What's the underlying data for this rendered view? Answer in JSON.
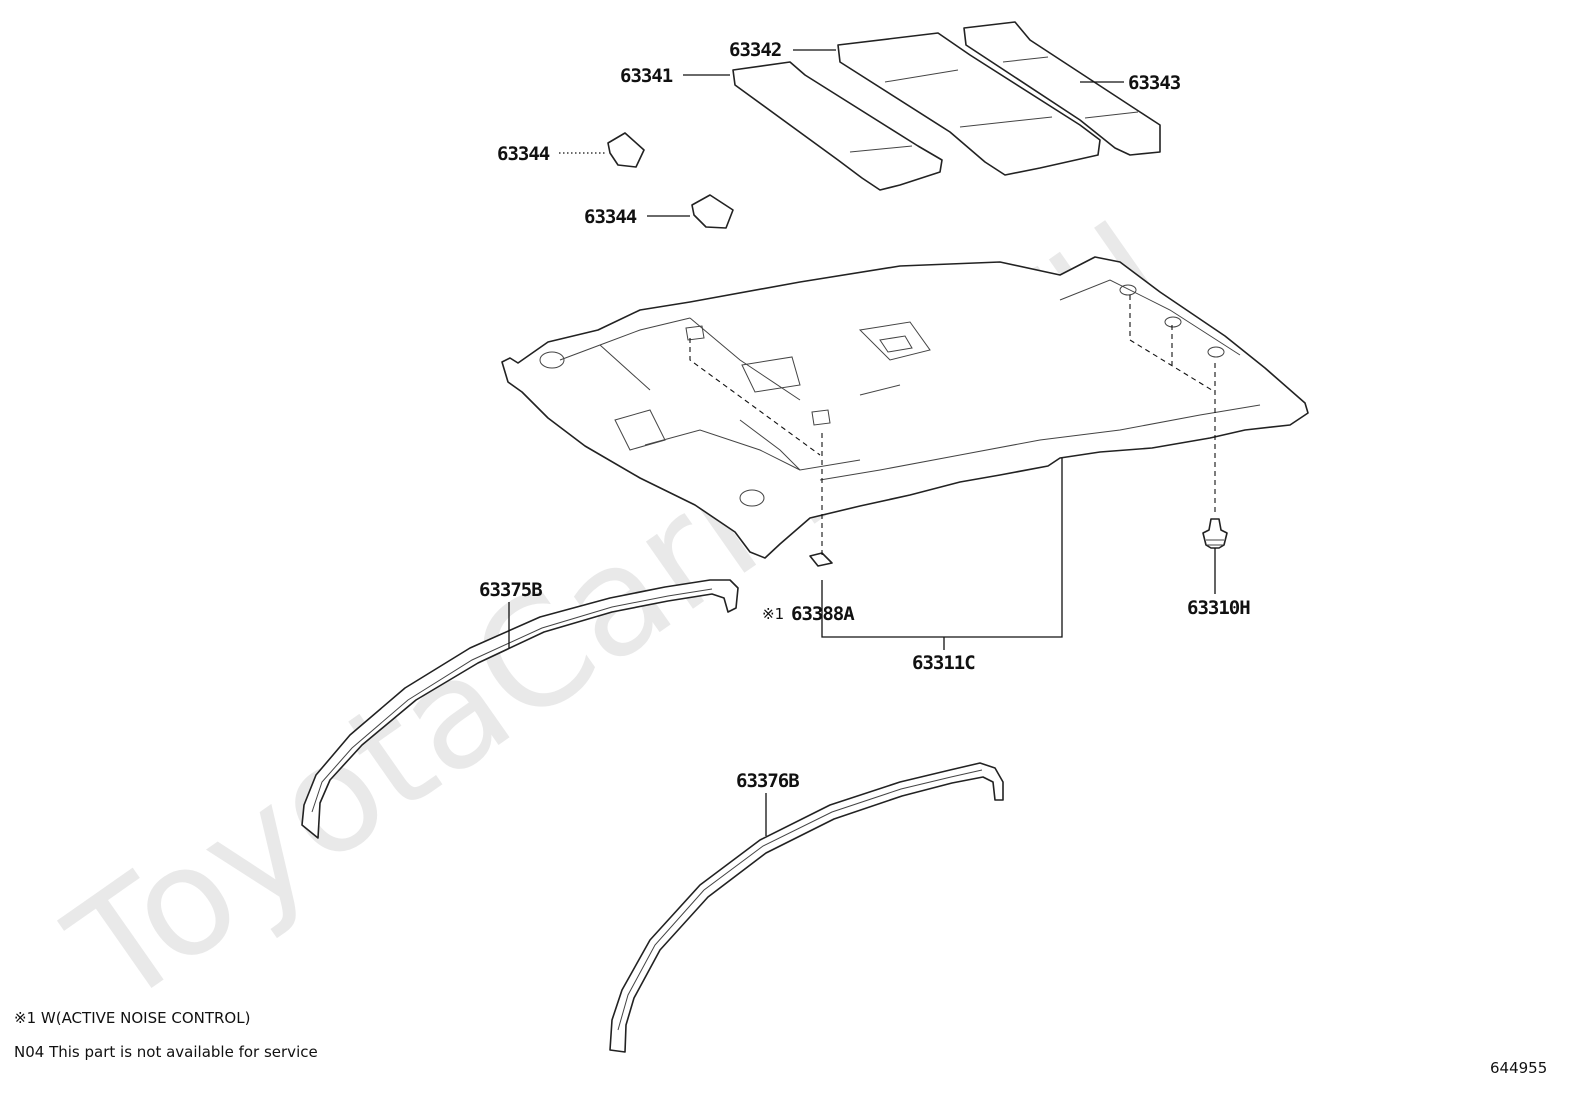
{
  "watermark": "ToyotaCarMire.ru",
  "parts": {
    "p63341": "63341",
    "p63342": "63342",
    "p63343": "63343",
    "p63344a": "63344",
    "p63344b": "63344",
    "p63375B": "63375B",
    "p63388A_mark": "※1",
    "p63388A": "63388A",
    "p63311C": "63311C",
    "p63310H": "63310H",
    "p63376B": "63376B"
  },
  "notes": {
    "note1": "※1 W(ACTIVE NOISE CONTROL)",
    "note2": "N04  This part is not available for service"
  },
  "diagram_id": "644955"
}
